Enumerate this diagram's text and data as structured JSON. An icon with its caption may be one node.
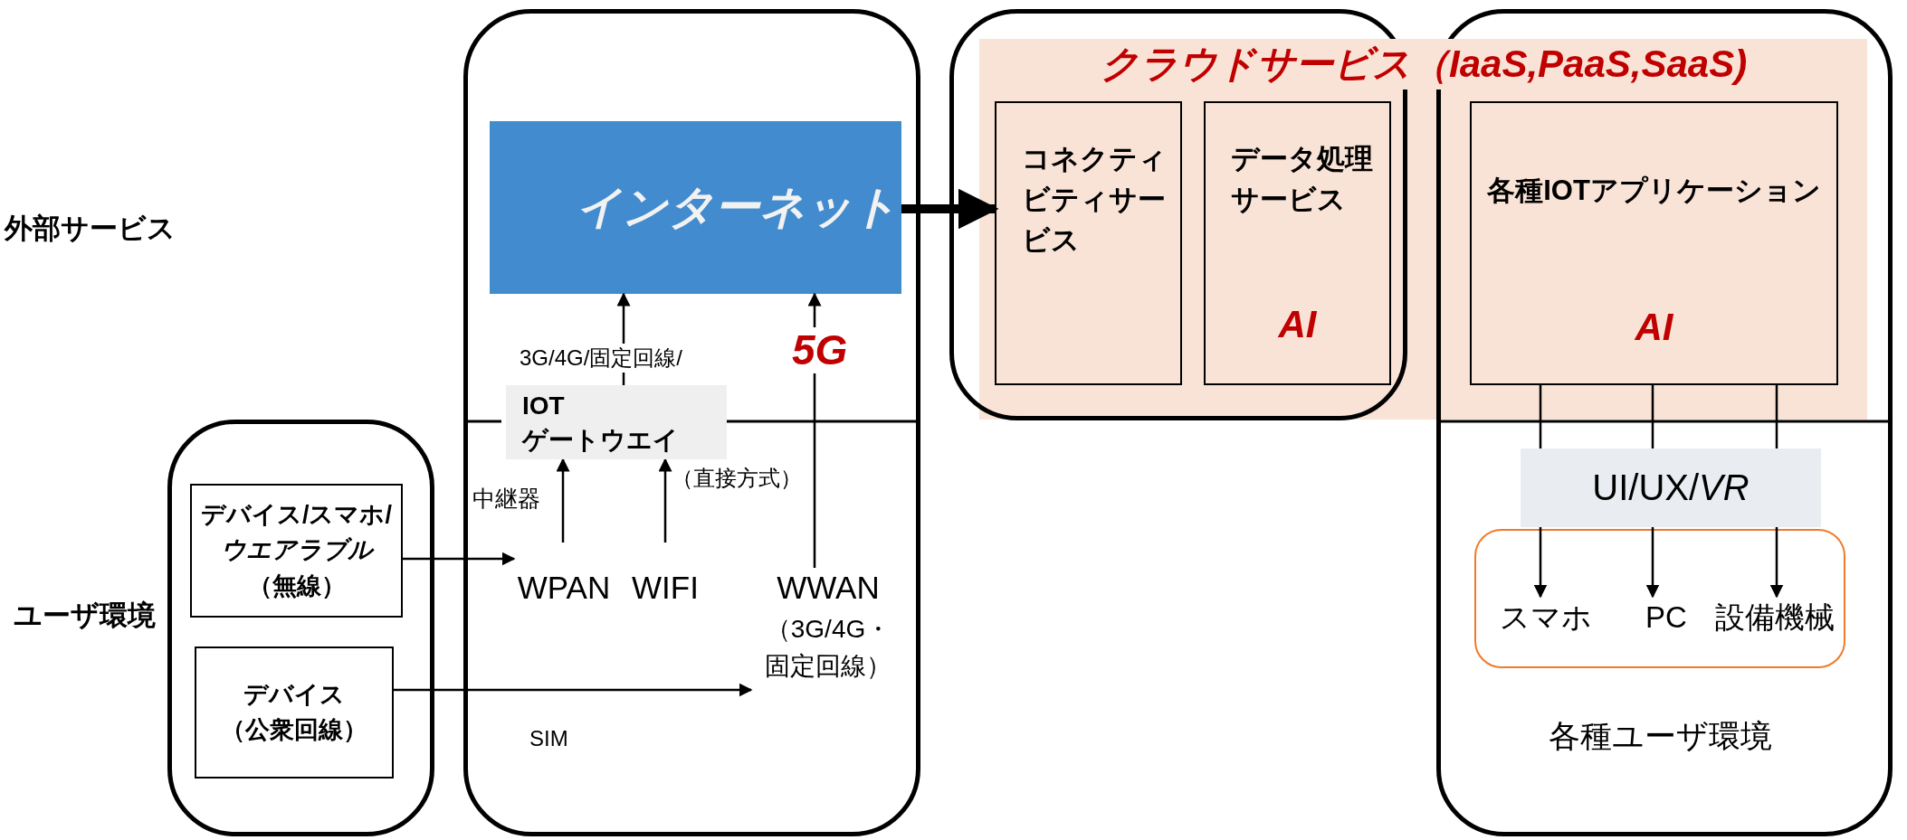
{
  "diagram": {
    "nodes": [
      {
        "text": [],
        "shape": "box"
      },
      {
        "text": [
          "インターネット"
        ],
        "in": 0
      },
      {
        "text": [],
        "shape": "box"
      },
      {
        "text": [
          "コネクティビティサービス"
        ],
        "in": 2
      },
      {
        "text": [
          "データ処理サービス",
          "AI"
        ],
        "in": 2
      },
      {
        "text": [],
        "shape": "box"
      },
      {
        "text": [
          "各種IOTアプリケーション",
          "AI"
        ],
        "in": 5
      },
      {
        "text": [
          "IOT",
          "ゲートウエイ"
        ],
        "in": 0
      },
      {
        "text": [
          "UI/UX/*VR*"
        ],
        "in": 5
      },
      {
        "text": [],
        "shape": "box",
        "in": 5,
        "beside": [
          "各種ユーザ環境"
        ]
      },
      {
        "text": [
          "スマホ"
        ],
        "in": 9
      },
      {
        "text": [
          "PC"
        ],
        "in": 9
      },
      {
        "text": [
          "設備機械"
        ],
        "in": 9
      },
      {
        "text": [],
        "shape": "box"
      },
      {
        "text": [
          "デバイス/スマホ/*ウエアラブル*（無線）"
        ],
        "in": 13
      },
      {
        "text": [
          "デバイス（公衆回線）"
        ],
        "in": 13
      },
      {
        "text": [
          "WPAN"
        ],
        "in": 0
      },
      {
        "text": [
          "WIFI"
        ],
        "in": 0
      },
      {
        "text": [
          "WWAN",
          "（3G/4G・固定回線）"
        ],
        "in": 0
      }
    ],
    "edges": [
      {
        "from": 1,
        "to": 3,
        "arrow": "to",
        "style": "thick"
      },
      {
        "from": 7,
        "to": 1,
        "arrow": "to"
      },
      {
        "from": 16,
        "to": 7,
        "arrow": "to"
      },
      {
        "from": 17,
        "to": 7,
        "arrow": "to"
      },
      {
        "from": 18,
        "to": 1,
        "arrow": "to",
        "label": "5G"
      },
      {
        "from": 14,
        "to": 16,
        "arrow": "to"
      },
      {
        "from": 15,
        "to": 18,
        "arrow": "to"
      },
      {
        "from": 6,
        "to": 8,
        "arrow": "none"
      },
      {
        "from": 6,
        "to": 8,
        "arrow": "none"
      },
      {
        "from": 6,
        "to": 8,
        "arrow": "none"
      },
      {
        "from": 8,
        "to": 10,
        "arrow": "to"
      },
      {
        "from": 8,
        "to": 11,
        "arrow": "to"
      },
      {
        "from": 8,
        "to": 12,
        "arrow": "to"
      }
    ],
    "labels": [
      "クラウドサービス（IaaS,PaaS,SaaS)",
      "外部サービス",
      "ユーザ環境",
      "中継器",
      "3G/4G/固定回線/",
      "（直接方式）",
      "SIM"
    ]
  }
}
